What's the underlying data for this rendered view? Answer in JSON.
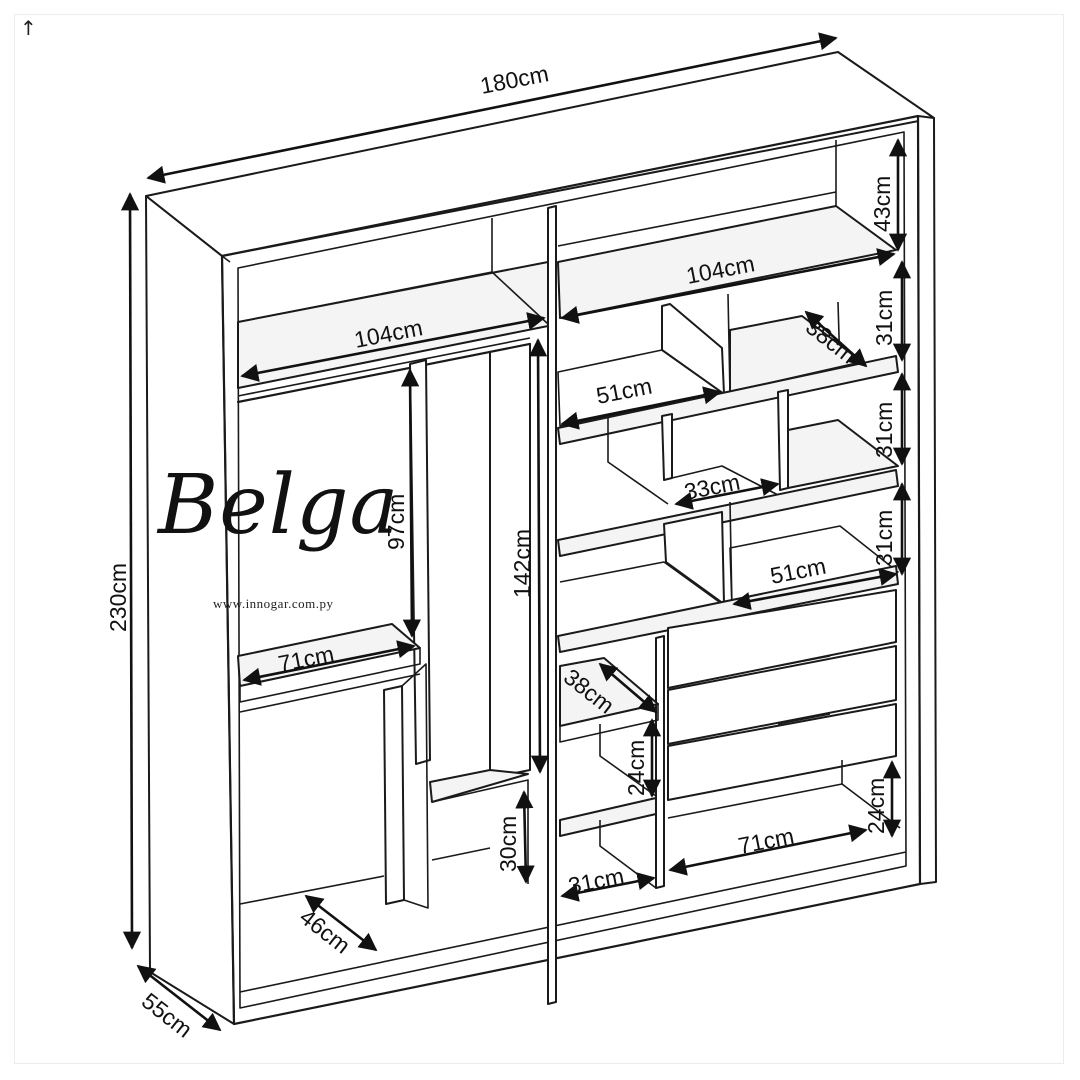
{
  "brand": {
    "title": "Belga",
    "website": "www.innogar.com.py",
    "corner_glyph": "↑"
  },
  "dimensions": {
    "total_width": "180cm",
    "total_height": "230cm",
    "total_depth": "55cm",
    "top_left_shelf_width": "104cm",
    "top_right_shelf_width": "104cm",
    "top_right_height": "43cm",
    "right_shelf_height_1": "31cm",
    "right_shelf_height_2": "31cm",
    "right_shelf_height_3": "31cm",
    "right_shelf_depth": "38cm",
    "mid_shelf_width_1": "51cm",
    "mid_cubby_width": "33cm",
    "mid_shelf_width_2": "51cm",
    "hanging_height_short": "97cm",
    "hanging_height_long": "142cm",
    "left_shelf_width": "71cm",
    "left_bottom_depth": "46cm",
    "center_bottom_height": "30cm",
    "small_cubby_depth": "38cm",
    "small_cubby_height": "24cm",
    "small_bottom_width": "31cm",
    "drawer_area_width": "71cm",
    "drawer_area_height": "24cm"
  },
  "colors": {
    "line": "#1a1a1a",
    "background": "#ffffff"
  }
}
